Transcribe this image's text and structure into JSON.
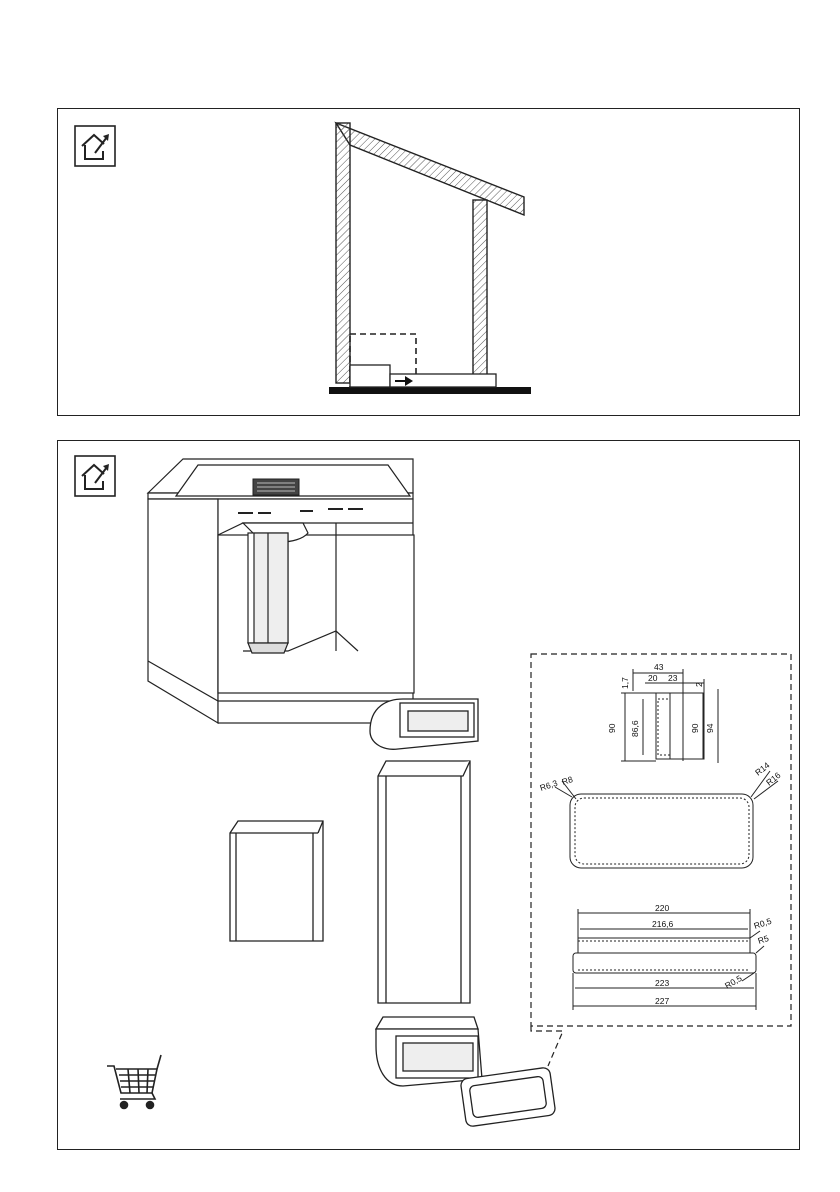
{
  "colors": {
    "line": "#222222",
    "hatch": "#555555",
    "background": "#ffffff"
  },
  "icons": {
    "panel1": "house-ventilation-icon",
    "panel2": "house-ventilation-icon",
    "accessory": "shopping-cart-icon"
  },
  "dimensions": {
    "side": {
      "width_total": "43",
      "left_part": "20",
      "right_part": "23",
      "small_offset": "1,7",
      "top_gap": "2",
      "height_left": "90",
      "height_inner": "86,6",
      "height_right_inner": "90",
      "height_right_outer": "94"
    },
    "front": {
      "r_outer_left": "R6,3",
      "r_inner_left": "R8",
      "r_inner_right": "R14",
      "r_outer_right": "R16"
    },
    "plan": {
      "w_top": "220",
      "w_inner": "216,6",
      "w_bottom": "223",
      "w_outer": "227",
      "r_a": "R0,5",
      "r_b": "R5",
      "r_c": "R0,5"
    }
  }
}
